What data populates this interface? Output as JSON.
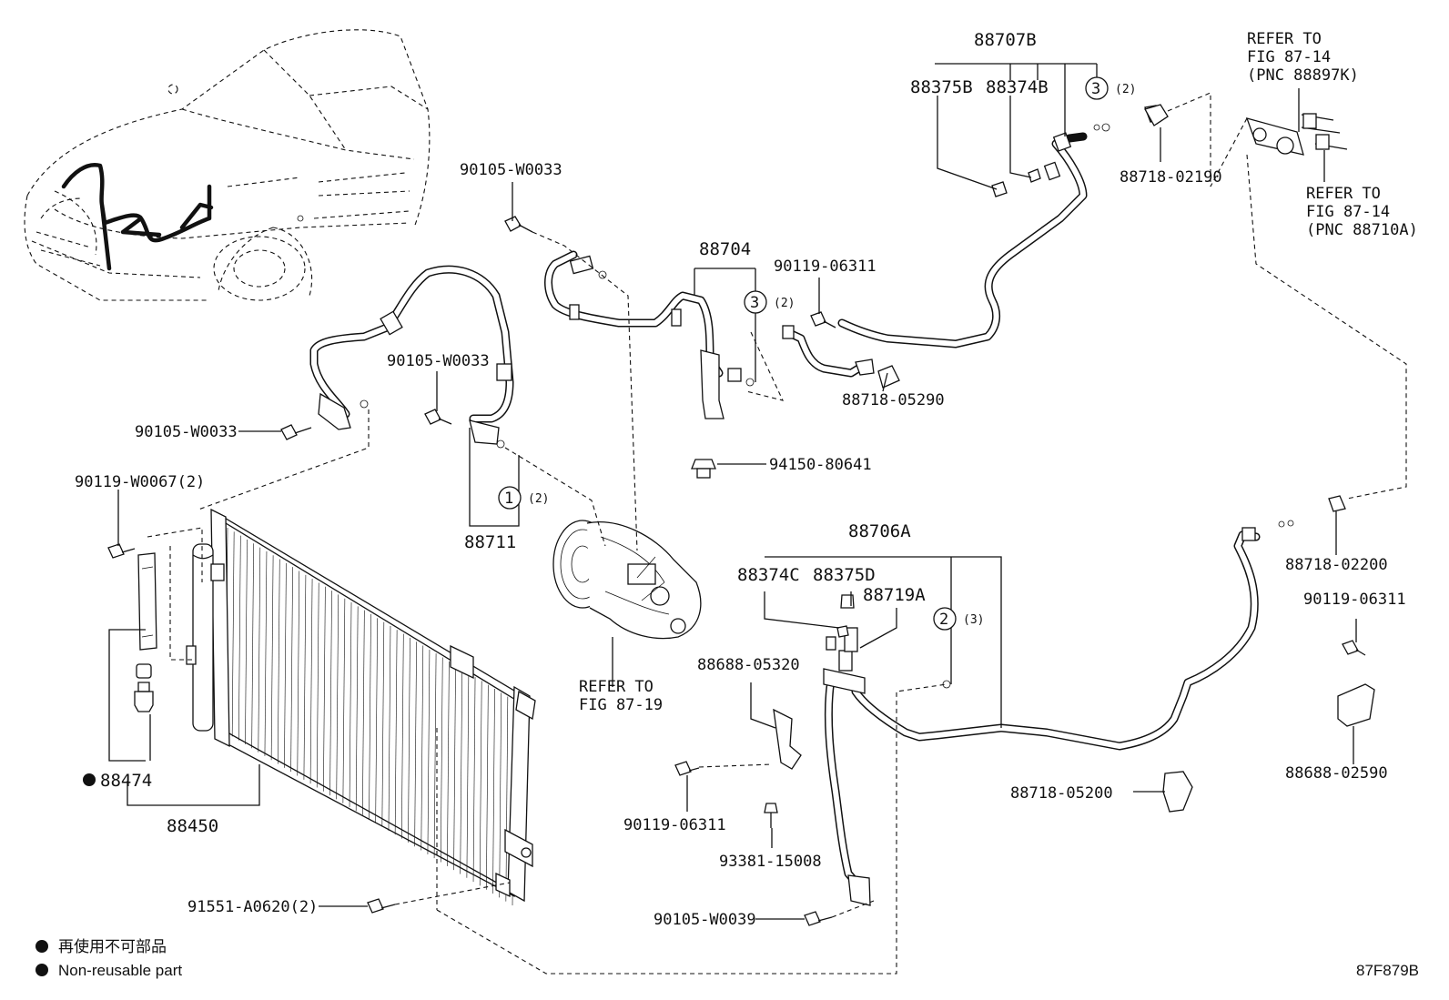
{
  "diagram_id": "87F879B",
  "legend": {
    "japanese": "再使用不可部品",
    "english": "Non-reusable part"
  },
  "labels": {
    "p88707B": "88707B",
    "p88375B": "88375B",
    "p88374B": "88374B",
    "p88718_02190": "88718-02190",
    "refer_top_1": "REFER TO",
    "refer_top_2": "FIG 87-14",
    "refer_top_3": "(PNC 88897K)",
    "refer_right_1": "REFER TO",
    "refer_right_2": "FIG 87-14",
    "refer_right_3": "(PNC 88710A)",
    "p90105_W0033_top": "90105-W0033",
    "p88704": "88704",
    "p90119_06311_top": "90119-06311",
    "p88718_05290": "88718-05290",
    "p90105_W0033_mid": "90105-W0033",
    "p90105_W0033_left": "90105-W0033",
    "p94150_80641": "94150-80641",
    "p90119_W0067": "90119-W0067(2)",
    "p88711": "88711",
    "p88706A": "88706A",
    "p88374C": "88374C",
    "p88375D": "88375D",
    "p88719A": "88719A",
    "p88718_02200": "88718-02200",
    "p90119_06311_right": "90119-06311",
    "p88688_05320": "88688-05320",
    "p88688_02590": "88688-02590",
    "refer_comp_1": "REFER TO",
    "refer_comp_2": "FIG 87-19",
    "p88474": "88474",
    "p88450": "88450",
    "p90119_06311_bottom": "90119-06311",
    "p88718_05200": "88718-05200",
    "p93381_15008": "93381-15008",
    "p91551_A0620": "91551-A0620(2)",
    "p90105_W0039": "90105-W0039"
  },
  "callouts": {
    "c1": "1",
    "c1_qty": "(2)",
    "c2": "2",
    "c2_qty": "(3)",
    "c3a": "3",
    "c3a_qty": "(2)",
    "c3b": "3",
    "c3b_qty": "(2)"
  },
  "icons": {
    "filled_dot": "non-reusable-dot-icon",
    "bolt": "bolt-icon",
    "o_ring": "o-ring-icon"
  }
}
